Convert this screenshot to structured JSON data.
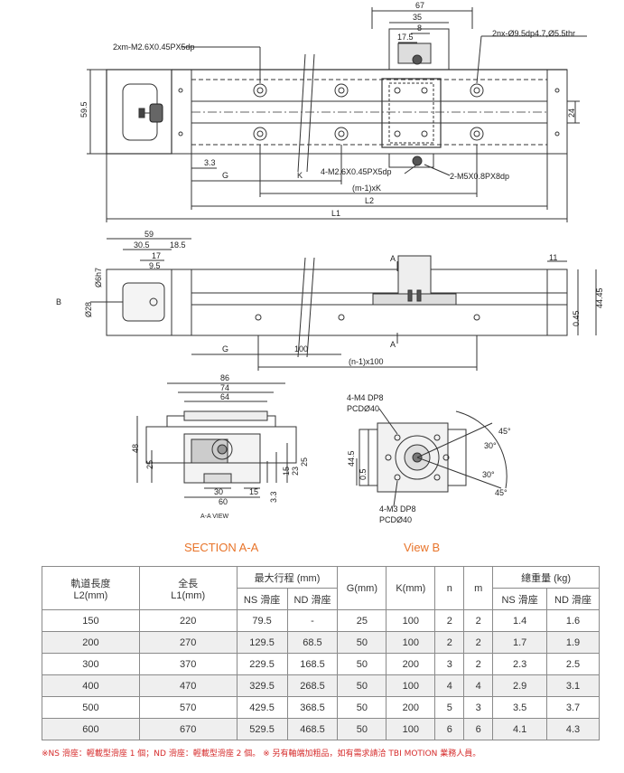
{
  "drawing": {
    "top_view": {
      "dims": [
        "67",
        "35",
        "8",
        "17.5",
        "59.5",
        "24",
        "3.3",
        "G",
        "K",
        "(m-1)xK",
        "L2",
        "L1"
      ],
      "callouts": [
        "2xm-M2.6X0.45PX5dp",
        "2nx-Ø9.5dp4.7,Ø5.5thr",
        "4-M2.6X0.45PX5dp",
        "2-M5X0.8PX8dp"
      ]
    },
    "side_view": {
      "dims": [
        "59",
        "30.5",
        "18.5",
        "17",
        "9.5",
        "Ø6h7",
        "Ø28",
        "11",
        "0.45",
        "44.45",
        "G",
        "100",
        "(n-1)x100",
        "A",
        "A",
        "B"
      ]
    },
    "section_view": {
      "dims": [
        "86",
        "74",
        "64",
        "48",
        "25",
        "15",
        "23",
        "25",
        "30",
        "15",
        "60",
        "3.3"
      ],
      "caption": "A-A VIEW"
    },
    "view_b": {
      "dims": [
        "4-M4 DP8",
        "PCDØ40",
        "4-M3 DP8",
        "PCDØ40",
        "44.5",
        "0.5",
        "45°",
        "30°",
        "30°",
        "45°"
      ]
    }
  },
  "labels": {
    "section": "SECTION A-A",
    "view": "View B"
  },
  "table": {
    "headers": {
      "rail": [
        "軌道長度",
        "L2(mm)"
      ],
      "total": [
        "全長",
        "L1(mm)"
      ],
      "stroke": "最大行程 (mm)",
      "ns": "NS 滑座",
      "nd": "ND 滑座",
      "g": "G(mm)",
      "k": "K(mm)",
      "n": "n",
      "m": "m",
      "weight": "總重量 (kg)",
      "wns": "NS 滑座",
      "wnd": "ND 滑座"
    },
    "rows": [
      [
        "150",
        "220",
        "79.5",
        "-",
        "25",
        "100",
        "2",
        "2",
        "1.4",
        "1.6"
      ],
      [
        "200",
        "270",
        "129.5",
        "68.5",
        "50",
        "100",
        "2",
        "2",
        "1.7",
        "1.9"
      ],
      [
        "300",
        "370",
        "229.5",
        "168.5",
        "50",
        "200",
        "3",
        "2",
        "2.3",
        "2.5"
      ],
      [
        "400",
        "470",
        "329.5",
        "268.5",
        "50",
        "100",
        "4",
        "4",
        "2.9",
        "3.1"
      ],
      [
        "500",
        "570",
        "429.5",
        "368.5",
        "50",
        "200",
        "5",
        "3",
        "3.5",
        "3.7"
      ],
      [
        "600",
        "670",
        "529.5",
        "468.5",
        "50",
        "100",
        "6",
        "6",
        "4.1",
        "4.3"
      ]
    ]
  },
  "footnote": "※NS 滑座：輕載型滑座 1 個；ND 滑座：輕載型滑座 2 個。 ※ 另有軸端加粗品，如有需求請洽 TBI MOTION 業務人員。",
  "colors": {
    "accent": "#e8742a",
    "note": "#d62b2b",
    "line": "#333333",
    "row_alt": "#efefef"
  }
}
